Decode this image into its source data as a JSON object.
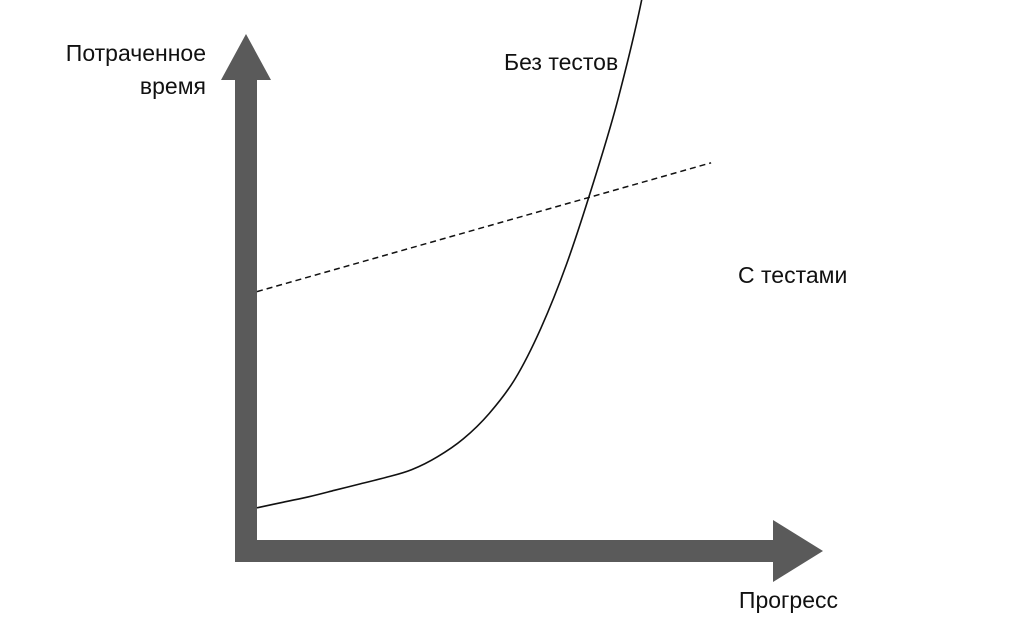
{
  "chart_data": {
    "type": "line",
    "title": "",
    "ylabel_lines": [
      "Потраченное",
      "время"
    ],
    "xlabel": "Прогресс",
    "xlim": [
      0,
      1
    ],
    "ylim": [
      0,
      1
    ],
    "grid": false,
    "legend": "none",
    "axis_color": "#5a5a5a",
    "line_color": "#111111",
    "series": [
      {
        "name": "Без тестов",
        "style": "solid",
        "x": [
          0.0,
          0.05,
          0.1,
          0.15,
          0.2,
          0.25,
          0.3,
          0.35,
          0.4,
          0.45,
          0.5,
          0.55,
          0.6,
          0.65,
          0.7,
          0.75,
          0.78
        ],
        "y": [
          0.07,
          0.082,
          0.094,
          0.108,
          0.122,
          0.136,
          0.153,
          0.181,
          0.22,
          0.275,
          0.35,
          0.46,
          0.6,
          0.77,
          0.96,
          1.2,
          1.44
        ]
      },
      {
        "name": "С тестами",
        "style": "dashed",
        "x": [
          0.0,
          0.88
        ],
        "y": [
          0.54,
          0.82
        ]
      }
    ]
  }
}
